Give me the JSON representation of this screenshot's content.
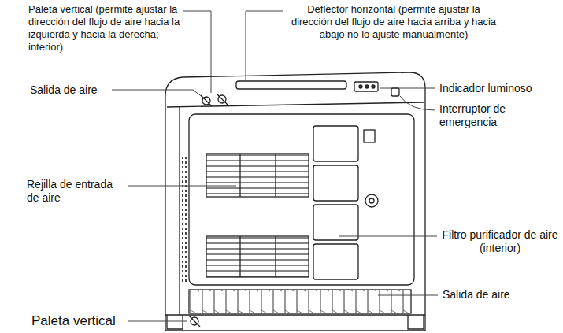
{
  "diagram": {
    "labels": [
      "Paleta vertical (permite ajustar la dirección del flujo de aire hacia la izquierda y hacia la derecha; interior)",
      "Deflector horizontal (permite ajustar la dirección del flujo de aire hacia arriba y hacia abajo no lo ajuste manualmente)",
      "Salida de aire",
      "Indicador luminoso",
      "Interruptor de emergencia",
      "Rejilla de entrada de aire",
      "Filtro purificador de aire (interior)",
      "Salida de aire",
      "Paleta vertical"
    ]
  }
}
